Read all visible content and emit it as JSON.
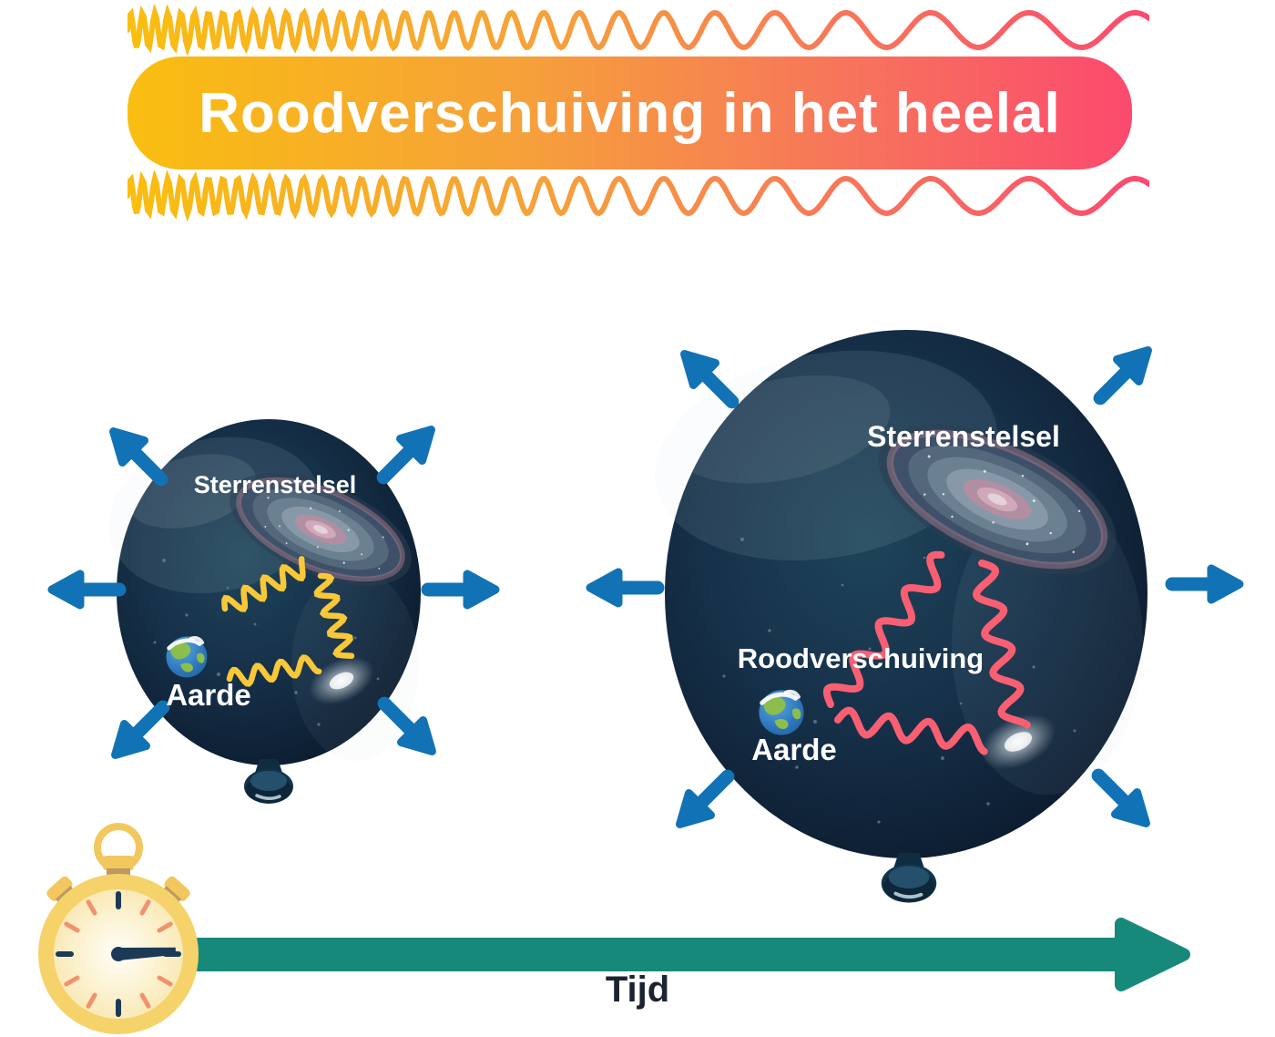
{
  "title": {
    "text": "Roodverschuiving in het heelal"
  },
  "balloons": {
    "small": {
      "galaxy_label": "Sterrenstelsel",
      "earth_label": "Aarde"
    },
    "large": {
      "galaxy_label": "Sterrenstelsel",
      "earth_label": "Aarde",
      "redshift_label": "Roodverschuiving"
    }
  },
  "timeline": {
    "label": "Tijd"
  },
  "colors": {
    "gradient_start": "#F9BE10",
    "gradient_mid": "#F6A03B",
    "gradient_end": "#FB4A6E",
    "expansion_arrow": "#1173B5",
    "timeline_arrow": "#16897B",
    "balloon_dark": "#0E1F33",
    "short_wavelength_wave": "#F9C838",
    "redshifted_wave": "#F95F72",
    "stopwatch_gold": "#F6D26A",
    "label_text": "#FFFFFF",
    "tijd_text": "#1B2430"
  },
  "icons": {
    "light_wave_top": "light-wave-top-icon",
    "light_wave_bottom": "light-wave-bottom-icon",
    "balloon": "balloon-universe-icon",
    "galaxy": "galaxy-icon",
    "fuzzy_galaxy": "fuzzy-galaxy-icon",
    "earth": "earth-icon",
    "knot": "balloon-knot-icon",
    "expansion_arrow": "expansion-arrow-icon",
    "stopwatch": "stopwatch-icon",
    "timeline_arrow": "timeline-arrow-icon"
  }
}
